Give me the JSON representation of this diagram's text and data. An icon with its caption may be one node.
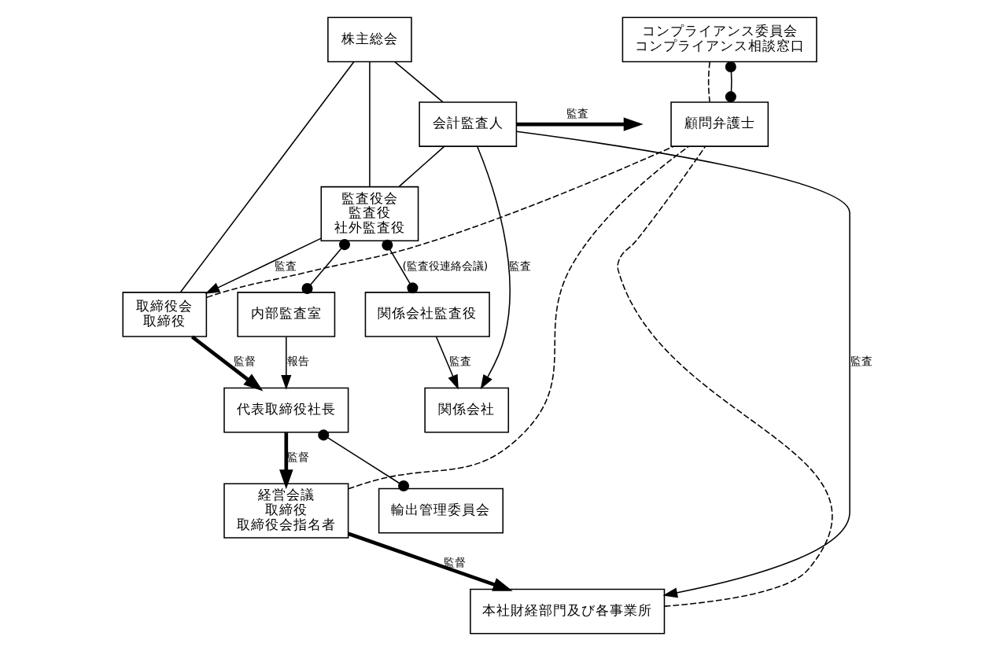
{
  "diagram": {
    "nodes": [
      {
        "text": [
          "株主総会"
        ]
      },
      {
        "text": [
          "会計監査人"
        ]
      },
      {
        "text": [
          "監査役会",
          "監査役",
          "社外監査役"
        ]
      },
      {
        "text": [
          "取締役会",
          "取締役"
        ]
      },
      {
        "text": [
          "内部監査室"
        ]
      },
      {
        "text": [
          "代表取締役社長"
        ]
      },
      {
        "text": [
          "輸出管理委員会"
        ]
      },
      {
        "text": [
          "経営会議",
          "取締役",
          "取締役会指名者"
        ]
      },
      {
        "text": [
          "コンプライアンス委員会",
          "コンプライアンス相談窓口"
        ]
      },
      {
        "text": [
          "顧問弁護士"
        ]
      },
      {
        "text": [
          "関係会社監査役"
        ]
      },
      {
        "text": [
          "関係会社"
        ]
      },
      {
        "text": [
          "本社財経部門及び各事業所"
        ]
      }
    ],
    "edges": [
      {
        "from": 0,
        "to": 1,
        "arrow": "none"
      },
      {
        "from": 0,
        "to": 2,
        "arrow": "none"
      },
      {
        "from": 0,
        "to": 3,
        "arrow": "none"
      },
      {
        "from": 1,
        "to": null,
        "arrow": "to",
        "label": "監査",
        "style": "thick"
      },
      {
        "from": 1,
        "to": 2,
        "arrow": "none"
      },
      {
        "from": 2,
        "to": 3,
        "arrow": "to",
        "label": "監査"
      },
      {
        "from": 2,
        "to": 4,
        "arrow": "other"
      },
      {
        "from": 2,
        "to": 10,
        "arrow": "other",
        "label": "(監査役連絡会議)"
      },
      {
        "from": 3,
        "to": 5,
        "arrow": "to",
        "label": "監督",
        "style": "thick"
      },
      {
        "from": 4,
        "to": 5,
        "arrow": "to",
        "label": "報告"
      },
      {
        "from": 5,
        "to": 6,
        "arrow": "other"
      },
      {
        "from": 5,
        "to": 7,
        "arrow": "to",
        "label": "監督",
        "style": "thick"
      },
      {
        "from": 7,
        "to": 12,
        "arrow": "to",
        "label": "監督",
        "style": "thick"
      },
      {
        "from": 3,
        "to": 9,
        "arrow": "none",
        "style": "dashed"
      },
      {
        "from": 8,
        "to": 9,
        "arrow": "none",
        "style": "dashed"
      },
      {
        "from": 8,
        "to": 9,
        "arrow": "other"
      },
      {
        "from": 7,
        "to": 9,
        "arrow": "none",
        "style": "dashed"
      },
      {
        "from": 12,
        "to": 9,
        "arrow": "none",
        "style": "dashed"
      },
      {
        "from": 10,
        "to": 11,
        "arrow": "to",
        "label": "監査"
      },
      {
        "from": 1,
        "to": 11,
        "arrow": "to",
        "label": "監査"
      },
      {
        "from": 1,
        "to": 12,
        "arrow": "to",
        "label": "監査"
      }
    ]
  }
}
